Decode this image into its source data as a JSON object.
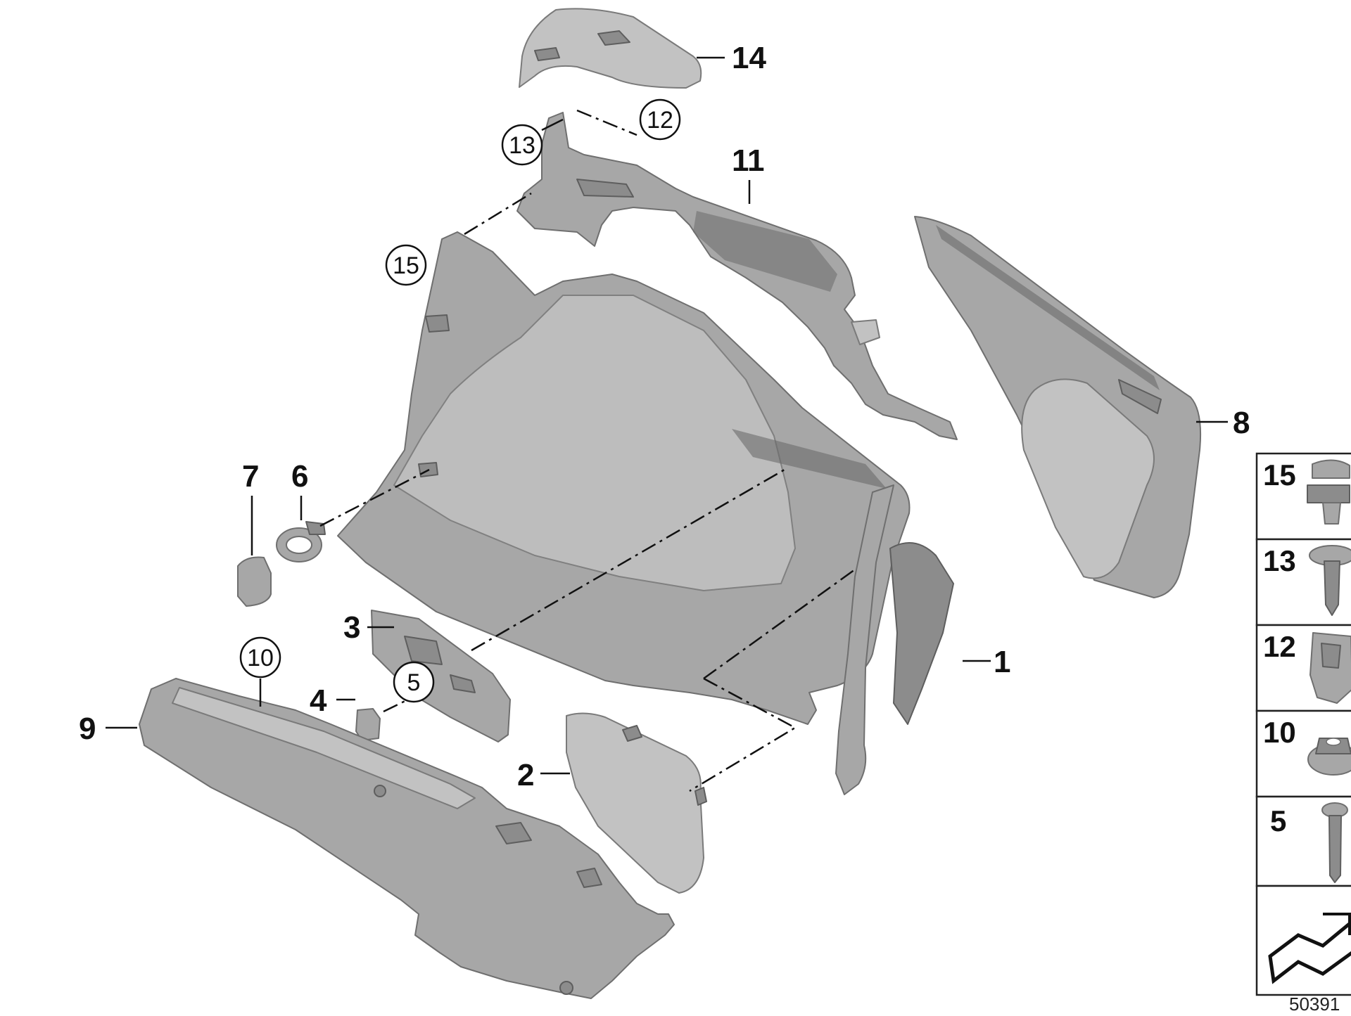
{
  "diagram": {
    "labels": {
      "p1": "1",
      "p2": "2",
      "p3": "3",
      "p4": "4",
      "p6": "6",
      "p7": "7",
      "p8": "8",
      "p9": "9",
      "p11": "11",
      "p14": "14"
    },
    "circled_labels": {
      "c5": "5",
      "c10": "10",
      "c12": "12",
      "c13": "13",
      "c15": "15"
    },
    "legend": [
      "15",
      "13",
      "12",
      "10",
      "5"
    ],
    "reference_number": "50391"
  },
  "colors": {
    "part_fill": "#a7a7a7",
    "part_outline": "#6f6f6f",
    "line": "#111111",
    "background": "#ffffff"
  }
}
